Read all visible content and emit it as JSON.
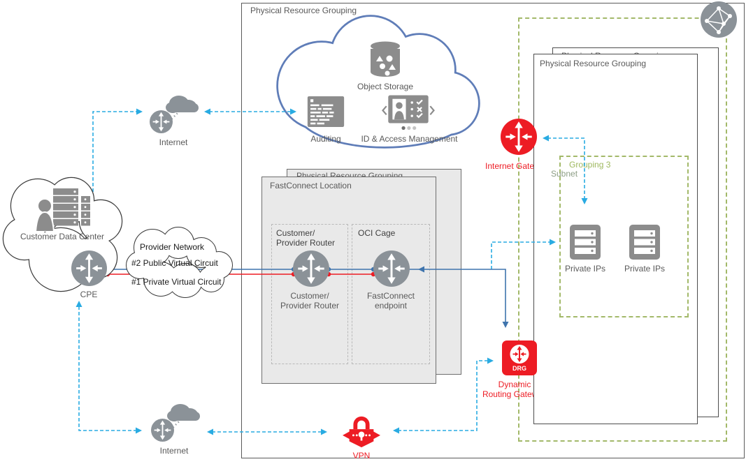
{
  "outer_group_title": "Physical Resource Grouping",
  "oci": {
    "object_storage": "Object Storage",
    "auditing": "Auditing",
    "iam": "ID & Access Management"
  },
  "internet_top": "Internet",
  "internet_bottom": "Internet",
  "customer_dc": "Customer Data Center",
  "cpe": "CPE",
  "provider": {
    "title": "Provider Network",
    "public_circuit": "#2 Public Virtual Circuit",
    "private_circuit": "#1 Private Virtual Circuit"
  },
  "fc": {
    "back_title": "Physical Resource Grouping",
    "title": "FastConnect Location",
    "customer_cage_title": "Customer/\nProvider Router",
    "customer_cage_caption": "Customer/\nProvider Router",
    "oci_cage_title": "OCI Cage",
    "oci_cage_caption": "FastConnect\nendpoint"
  },
  "igw_label": "Internet Gateway",
  "drg": {
    "badge": "DRG",
    "label": "Dynamic\nRouting Gateway"
  },
  "vpn_label": "VPN",
  "right": {
    "back_title": "Physical Resource Grouping",
    "front_title": "Physical Resource Grouping"
  },
  "subnet": {
    "grouping": "Grouping 3",
    "label": "Subnet",
    "ip1": "Private IPs",
    "ip2": "Private IPs"
  },
  "colors": {
    "accent_red": "#ed1c24",
    "line_blue": "#3f74ad",
    "dashed_cyan": "#29abe2",
    "cloud_blue": "#5f7db8",
    "icon_gray": "#8b9298",
    "olive": "#a3b96a",
    "box_gray_fill": "#e9e9e9",
    "text_gray": "#595959"
  }
}
